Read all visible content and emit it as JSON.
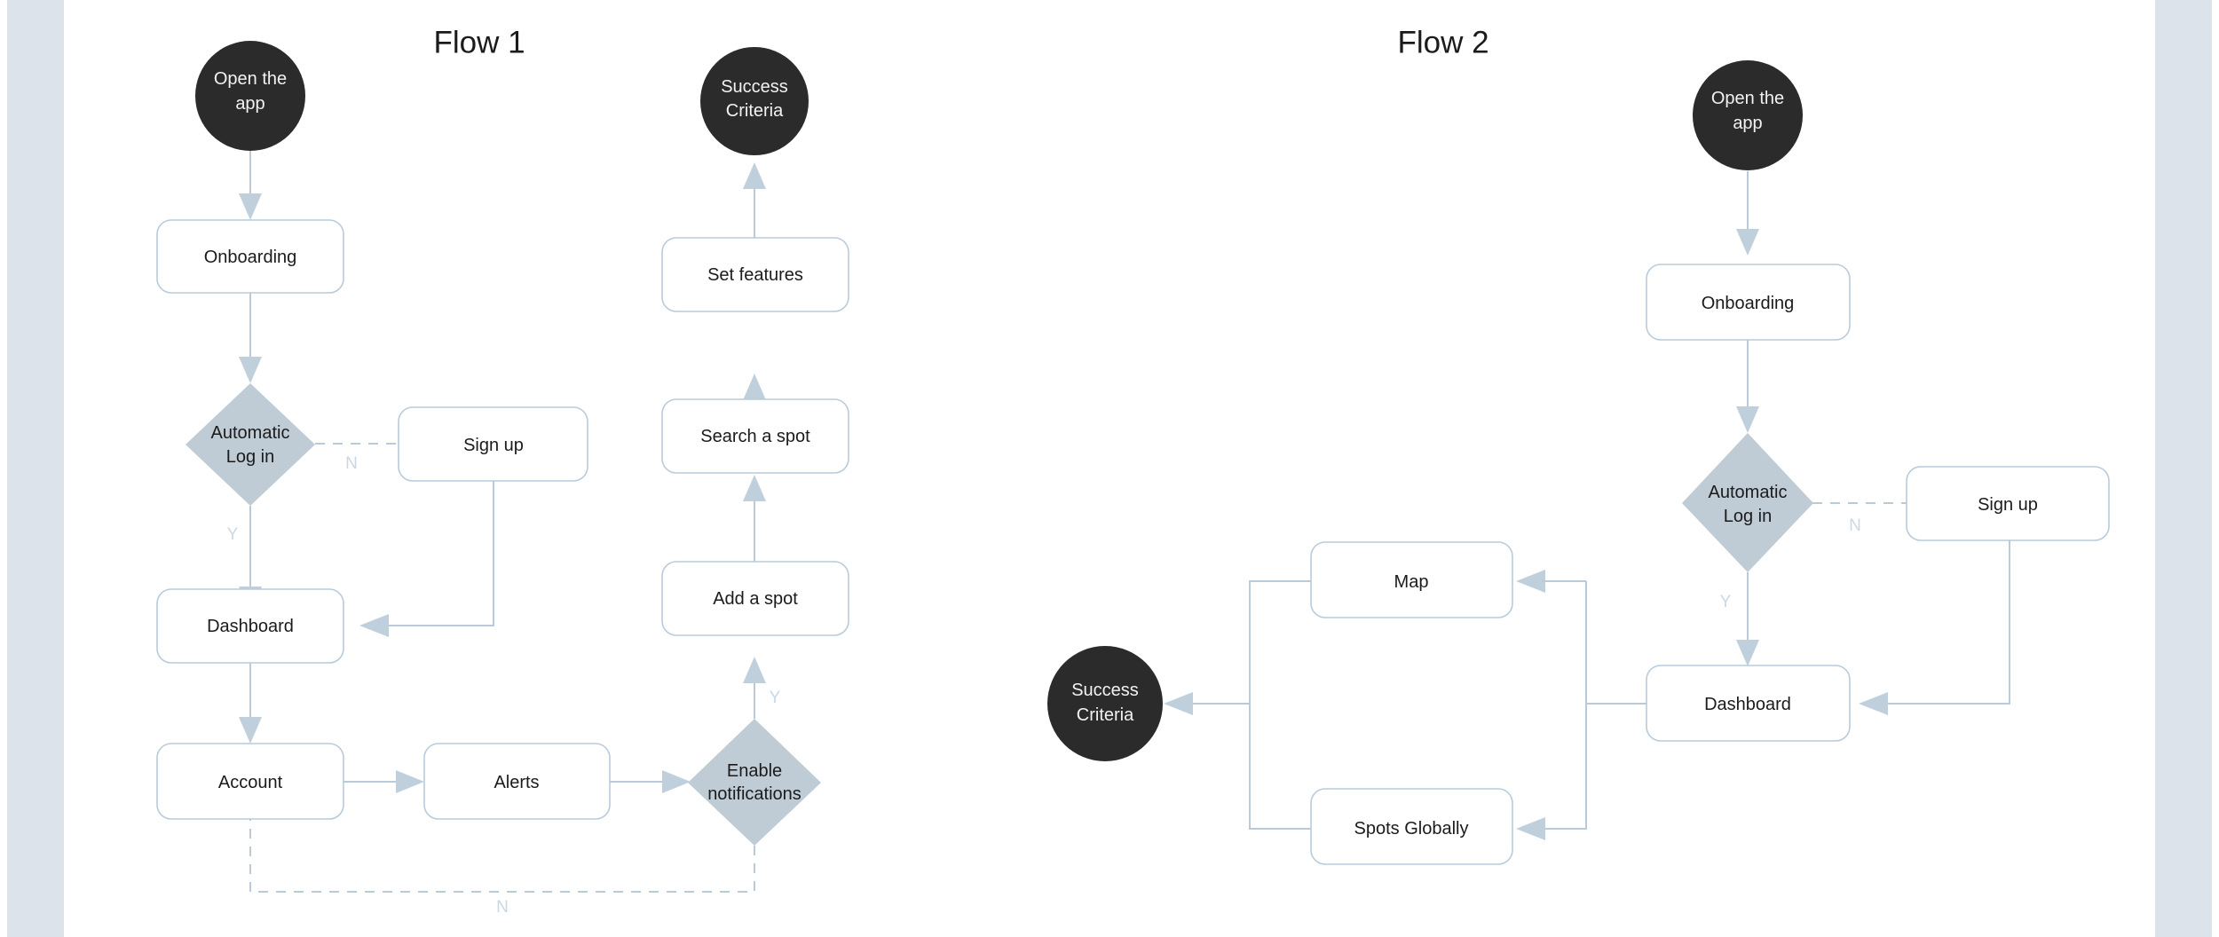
{
  "page": {
    "background_color": "#ffffff",
    "side_band_color": "#dde3ea"
  },
  "palette": {
    "terminator_fill": "#2b2b2b",
    "terminator_text": "#f2f2f2",
    "process_fill": "#ffffff",
    "process_stroke": "#b9cbdb",
    "decision_fill": "#bfccd6",
    "edge_color": "#b9cbdb",
    "arrow_fill": "#bfd0dc",
    "branch_label_color": "#cbd8e2",
    "node_text_color": "#1b1b1b"
  },
  "flows": [
    {
      "id": "flow-1",
      "title": "Flow 1",
      "nodes": [
        {
          "id": "f1-open-app",
          "type": "terminator",
          "label": "Open the\napp",
          "line1": "Open the",
          "line2": "app"
        },
        {
          "id": "f1-onboarding",
          "type": "process",
          "label": "Onboarding"
        },
        {
          "id": "f1-auto-login",
          "type": "decision",
          "label": "Automatic\nLog in",
          "line1": "Automatic",
          "line2": "Log in"
        },
        {
          "id": "f1-sign-up",
          "type": "process",
          "label": "Sign up"
        },
        {
          "id": "f1-dashboard",
          "type": "process",
          "label": "Dashboard"
        },
        {
          "id": "f1-account",
          "type": "process",
          "label": "Account"
        },
        {
          "id": "f1-alerts",
          "type": "process",
          "label": "Alerts"
        },
        {
          "id": "f1-enable-notif",
          "type": "decision",
          "label": "Enable\nnotifications",
          "line1": "Enable",
          "line2": "notifications"
        },
        {
          "id": "f1-add-spot",
          "type": "process",
          "label": "Add a spot"
        },
        {
          "id": "f1-search-spot",
          "type": "process",
          "label": "Search a spot"
        },
        {
          "id": "f1-set-features",
          "type": "process",
          "label": "Set features"
        },
        {
          "id": "f1-success",
          "type": "terminator",
          "label": "Success\nCriteria",
          "line1": "Success",
          "line2": "Criteria"
        }
      ],
      "edges": [
        {
          "from": "f1-open-app",
          "to": "f1-onboarding",
          "style": "solid",
          "label": ""
        },
        {
          "from": "f1-onboarding",
          "to": "f1-auto-login",
          "style": "solid",
          "label": ""
        },
        {
          "from": "f1-auto-login",
          "to": "f1-sign-up",
          "style": "dashed",
          "label": "N"
        },
        {
          "from": "f1-auto-login",
          "to": "f1-dashboard",
          "style": "solid",
          "label": "Y"
        },
        {
          "from": "f1-sign-up",
          "to": "f1-dashboard",
          "style": "solid",
          "label": ""
        },
        {
          "from": "f1-dashboard",
          "to": "f1-account",
          "style": "solid",
          "label": ""
        },
        {
          "from": "f1-account",
          "to": "f1-alerts",
          "style": "solid",
          "label": ""
        },
        {
          "from": "f1-alerts",
          "to": "f1-enable-notif",
          "style": "solid",
          "label": ""
        },
        {
          "from": "f1-enable-notif",
          "to": "f1-account",
          "style": "dashed",
          "label": "N"
        },
        {
          "from": "f1-enable-notif",
          "to": "f1-add-spot",
          "style": "solid",
          "label": "Y"
        },
        {
          "from": "f1-add-spot",
          "to": "f1-search-spot",
          "style": "solid",
          "label": ""
        },
        {
          "from": "f1-search-spot",
          "to": "f1-set-features",
          "style": "solid",
          "label": ""
        },
        {
          "from": "f1-set-features",
          "to": "f1-success",
          "style": "solid",
          "label": ""
        }
      ]
    },
    {
      "id": "flow-2",
      "title": "Flow 2",
      "nodes": [
        {
          "id": "f2-open-app",
          "type": "terminator",
          "label": "Open the\napp",
          "line1": "Open the",
          "line2": "app"
        },
        {
          "id": "f2-onboarding",
          "type": "process",
          "label": "Onboarding"
        },
        {
          "id": "f2-auto-login",
          "type": "decision",
          "label": "Automatic\nLog in",
          "line1": "Automatic",
          "line2": "Log in"
        },
        {
          "id": "f2-sign-up",
          "type": "process",
          "label": "Sign up"
        },
        {
          "id": "f2-dashboard",
          "type": "process",
          "label": "Dashboard"
        },
        {
          "id": "f2-map",
          "type": "process",
          "label": "Map"
        },
        {
          "id": "f2-spots",
          "type": "process",
          "label": "Spots Globally"
        },
        {
          "id": "f2-success",
          "type": "terminator",
          "label": "Success\nCriteria",
          "line1": "Success",
          "line2": "Criteria"
        }
      ],
      "edges": [
        {
          "from": "f2-open-app",
          "to": "f2-onboarding",
          "style": "solid",
          "label": ""
        },
        {
          "from": "f2-onboarding",
          "to": "f2-auto-login",
          "style": "solid",
          "label": ""
        },
        {
          "from": "f2-auto-login",
          "to": "f2-sign-up",
          "style": "dashed",
          "label": "N"
        },
        {
          "from": "f2-auto-login",
          "to": "f2-dashboard",
          "style": "solid",
          "label": "Y"
        },
        {
          "from": "f2-sign-up",
          "to": "f2-dashboard",
          "style": "solid",
          "label": ""
        },
        {
          "from": "f2-dashboard",
          "to": "f2-map",
          "style": "solid",
          "label": ""
        },
        {
          "from": "f2-dashboard",
          "to": "f2-spots",
          "style": "solid",
          "label": ""
        },
        {
          "from": "f2-map",
          "to": "f2-success",
          "style": "solid",
          "label": ""
        },
        {
          "from": "f2-spots",
          "to": "f2-success",
          "style": "solid",
          "label": ""
        }
      ]
    }
  ],
  "branch_labels": {
    "yes": "Y",
    "no": "N"
  }
}
